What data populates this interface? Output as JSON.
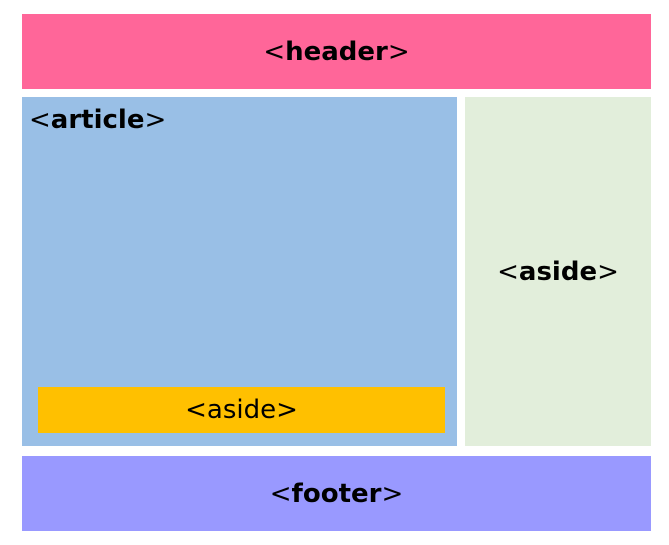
{
  "colors": {
    "header": "#ff6699",
    "article": "#99bfe6",
    "aside_right": "#e2eedb",
    "aside_inner": "#ffc000",
    "footer": "#9999ff"
  },
  "boxes": {
    "header": {
      "lt": "<",
      "tag": "header",
      "gt": ">"
    },
    "article": {
      "lt": "<",
      "tag": "article",
      "gt": ">"
    },
    "aside_right": {
      "lt": "<",
      "tag": "aside",
      "gt": ">"
    },
    "aside_inner": {
      "lt": "<",
      "tag": "aside",
      "gt": ">"
    },
    "footer": {
      "lt": "<",
      "tag": "footer",
      "gt": ">"
    }
  }
}
